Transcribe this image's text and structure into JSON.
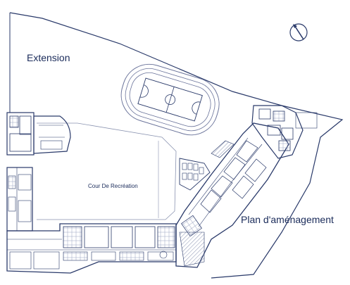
{
  "labels": {
    "extension": "Extension",
    "courtyard": "Cour De Recréation",
    "plan_title": "Plan d'aménagement"
  },
  "icons": {
    "north_arrow": "north-arrow-icon",
    "sports_track": "running-track-icon",
    "basketball_court": "basketball-court-icon"
  },
  "colors": {
    "ink": "#1a2b5a",
    "line": "#2a3a6a",
    "hatch": "#8a93b0",
    "background": "#ffffff"
  }
}
